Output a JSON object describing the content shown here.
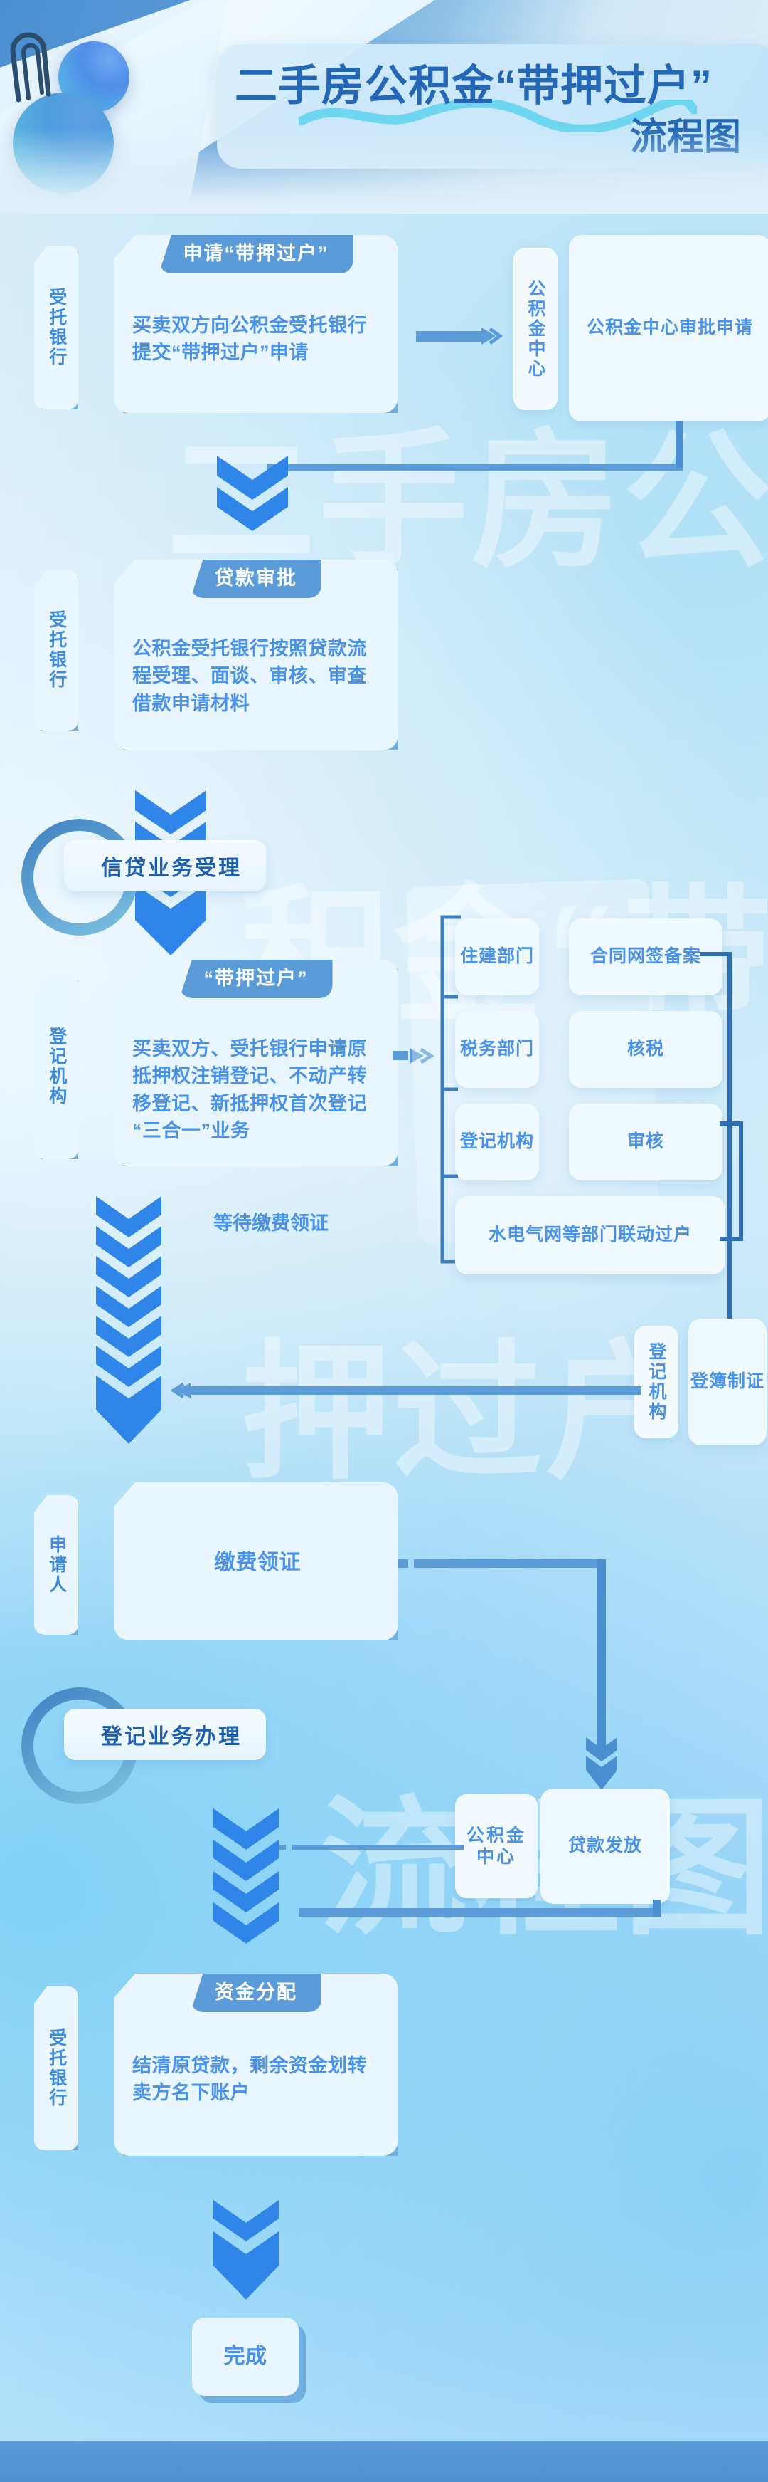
{
  "header": {
    "title_line1": "二手房公积金“带押过户”",
    "title_line2": "流程图"
  },
  "watermark": [
    "二手房公",
    "积金“带",
    "押过户”",
    "流程图"
  ],
  "stages": [
    {
      "label": "信贷业务受理"
    },
    {
      "label": "登记业务办理"
    }
  ],
  "steps": [
    {
      "actor": "受托银行",
      "title": "申请“带押过户”",
      "body": "买卖双方向公积金受托银行提交“带押过户”申请"
    },
    {
      "actor": "受托银行",
      "title": "贷款审批",
      "body": "公积金受托银行按照贷款流程受理、面谈、审核、审查借款申请材料"
    },
    {
      "actor": "登记机构",
      "title": "“带押过户”",
      "body": "买卖双方、受托银行申请原抵押权注销登记、不动产转移登记、新抵押权首次登记“三合一”业务"
    },
    {
      "actor": "申请人",
      "title": "",
      "body": "缴费领证"
    },
    {
      "actor": "受托银行",
      "title": "资金分配",
      "body": "结清原贷款，剩余资金划转卖方名下账户"
    }
  ],
  "side_nodes": {
    "approval": {
      "actor": "公积金中心",
      "label": "公积金中心审批申请"
    },
    "loan_release": {
      "actor": "公积金中心",
      "label": "贷款发放"
    },
    "register_book": {
      "actor": "登记机构",
      "label": "登簿制证"
    }
  },
  "departments": [
    {
      "dept": "住建部门",
      "task": "合同网签备案"
    },
    {
      "dept": "税务部门",
      "task": "核税"
    },
    {
      "dept": "登记机构",
      "task": "审核"
    }
  ],
  "department_joint": "水电气网等部门联动过户",
  "wait_note": "等待缴费领证",
  "final_node": "完成",
  "colors": {
    "accent": "#4a92e8",
    "title_blue": "#2567b7",
    "chip_blue": "#5b9bd8",
    "card_bg": "#eaf6fd",
    "shadow_blue": "#6fb0e0"
  }
}
